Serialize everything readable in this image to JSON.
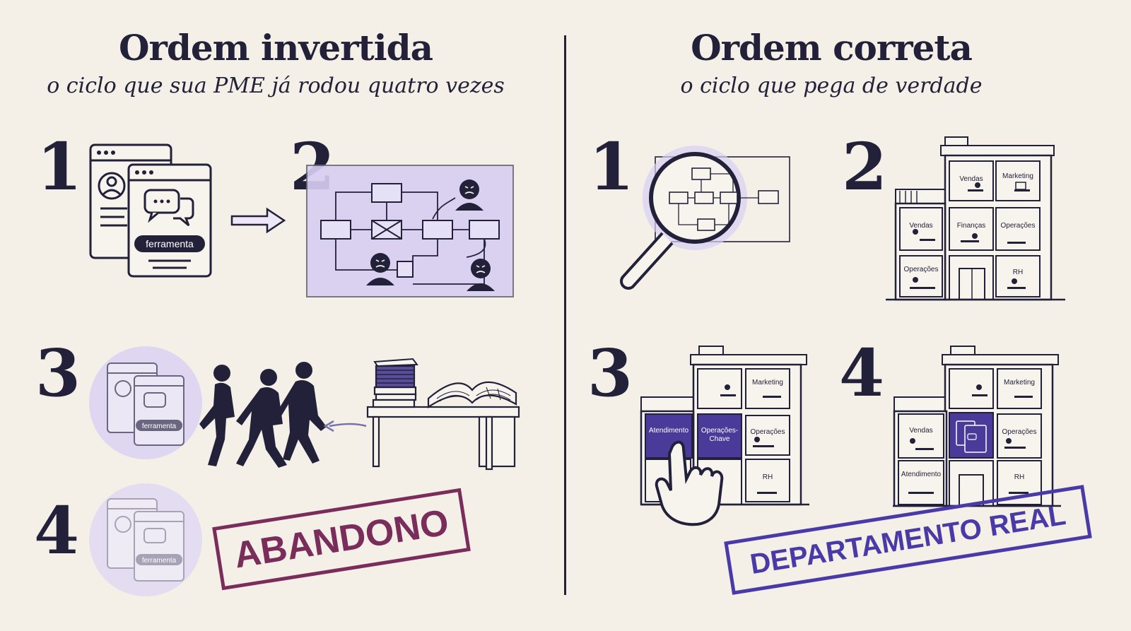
{
  "left": {
    "title": "Ordem invertida",
    "subtitle": "o ciclo que sua PME já rodou quatro vezes",
    "steps": [
      "1",
      "2",
      "3",
      "4"
    ],
    "tool_label": "ferramenta",
    "stamp": "ABANDONO"
  },
  "right": {
    "title": "Ordem correta",
    "subtitle": "o ciclo que pega de verdade",
    "steps": [
      "1",
      "2",
      "3",
      "4"
    ],
    "rooms": {
      "vendas": "Vendas",
      "marketing": "Marketing",
      "financas": "Finanças",
      "operacoes": "Operações",
      "rh": "RH",
      "atendimento": "Atendimento",
      "operacoes_chave_1": "Operações-",
      "operacoes_chave_2": "Chave"
    },
    "stamp": "DEPARTAMENTO REAL"
  },
  "colors": {
    "ink": "#23213a",
    "background": "#f4f0e8",
    "lavender": "#c9bdf0",
    "purple": "#4a3a9a",
    "stamp_left": "#7a2c5a",
    "stamp_right": "#4a3aa8"
  },
  "icons": [
    "browser-window-icon",
    "chat-bubbles-icon",
    "user-profile-icon",
    "arrow-right-icon",
    "flowchart-icon",
    "frustrated-face-icon",
    "walking-people-icon",
    "desk-with-papers-icon",
    "magnifying-glass-icon",
    "building-icon",
    "pointing-hand-icon"
  ]
}
